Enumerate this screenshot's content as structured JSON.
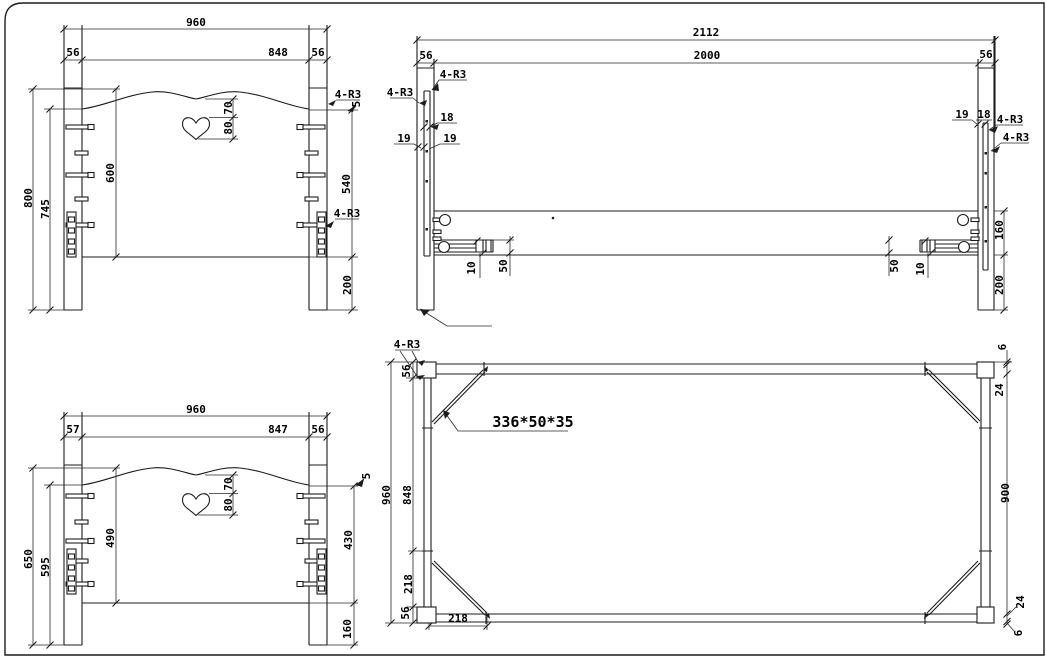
{
  "headboard": {
    "overall_width": "960",
    "inner_width": "848",
    "post_left": "56",
    "post_right": "56",
    "overall_height": "800",
    "mid_height": "745",
    "panel_height": "600",
    "side_height": "540",
    "leg_height": "200",
    "heart_offset": "70",
    "heart_height": "80",
    "corner_note": "4-R3",
    "bracket_note": "4-R3",
    "edge_step": "5"
  },
  "side": {
    "overall_length": "2112",
    "inner_length": "2000",
    "post_left": "56",
    "post_right": "56",
    "post_note_left": "4-R3",
    "panel_note_left": "4-R3",
    "panel_thickness_left": "18",
    "gap_left_outer": "19",
    "gap_left_inner": "19",
    "gap_right": "19",
    "panel_thickness_right": "18",
    "panel_note_right_top": "4-R3",
    "panel_note_right_bottom": "4-R3",
    "rail_height": "160",
    "leg_height": "200",
    "bracket_gap_left": "10",
    "bracket_height_left": "50",
    "bracket_gap_right": "10",
    "bracket_height_right": "50"
  },
  "footboard": {
    "overall_width": "960",
    "inner_width": "847",
    "post_left": "57",
    "post_right": "56",
    "overall_height": "650",
    "mid_height": "595",
    "panel_height": "490",
    "side_height": "430",
    "leg_height": "160",
    "heart_offset": "70",
    "heart_height": "80",
    "edge_step": "5"
  },
  "plan": {
    "corner_note": "4-R3",
    "brace_size": "336*50*35",
    "overall_width": "960",
    "inner_width": "848",
    "post_top": "56",
    "post_bottom": "56",
    "brace_offset_side": "218",
    "brace_offset_end": "218",
    "edge_gap_top": "6",
    "rail_inset_top": "24",
    "inner_length_side": "900",
    "rail_inset_bottom": "24",
    "edge_gap_bottom": "6"
  }
}
